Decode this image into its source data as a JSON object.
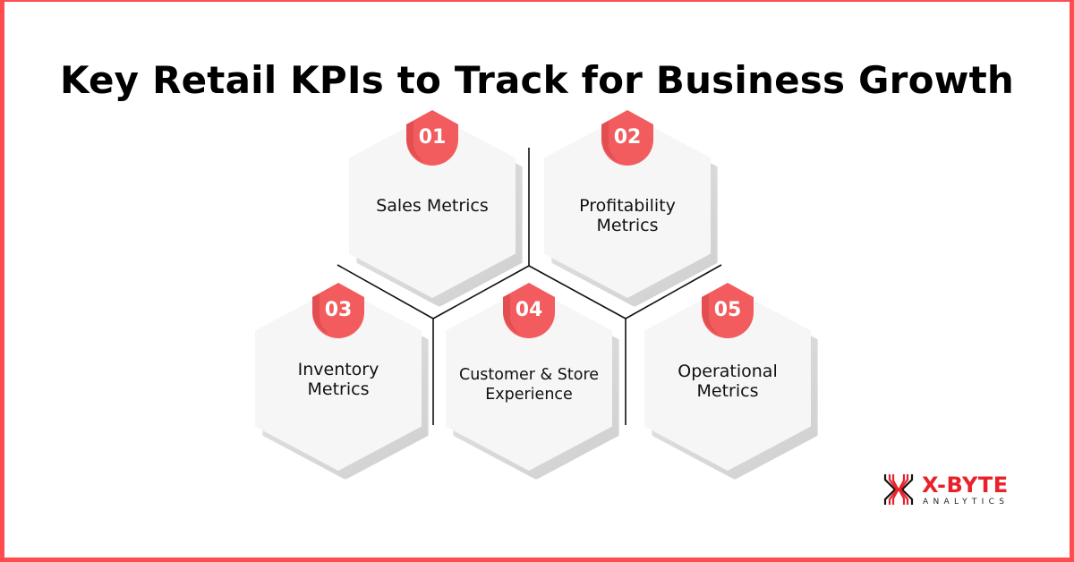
{
  "title": "Key Retail KPIs to Track for Business Growth",
  "colors": {
    "border": "#ff4d4f",
    "badge": "#f25c5e",
    "hex_fill": "#f6f6f6",
    "lines": "#111111",
    "logo_red": "#e8212b"
  },
  "kpis": [
    {
      "number": "01",
      "label": "Sales Metrics"
    },
    {
      "number": "02",
      "label": "Profitability Metrics"
    },
    {
      "number": "03",
      "label": "Inventory Metrics"
    },
    {
      "number": "04",
      "label": "Customer & Store Experience"
    },
    {
      "number": "05",
      "label": "Operational Metrics"
    }
  ],
  "kpi_lines": [
    [
      "Sales Metrics"
    ],
    [
      "Profitability",
      "Metrics"
    ],
    [
      "Inventory",
      "Metrics"
    ],
    [
      "Customer & Store",
      "Experience"
    ],
    [
      "Operational",
      "Metrics"
    ]
  ],
  "logo": {
    "icon": "x-byte-logo-icon",
    "wordmark": "X-BYTE",
    "subtitle": "ANALYTICS"
  }
}
